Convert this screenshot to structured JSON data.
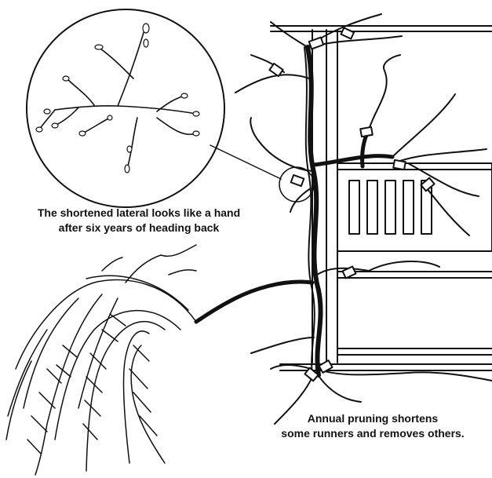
{
  "captions": {
    "lateral": {
      "line1": "The shortened lateral looks like a hand",
      "line2": "after six years of heading back"
    },
    "pruning": {
      "line1": "Annual pruning shortens",
      "line2": "some runners and removes others."
    }
  },
  "colors": {
    "ink": "#111111",
    "paper": "#ffffff"
  }
}
